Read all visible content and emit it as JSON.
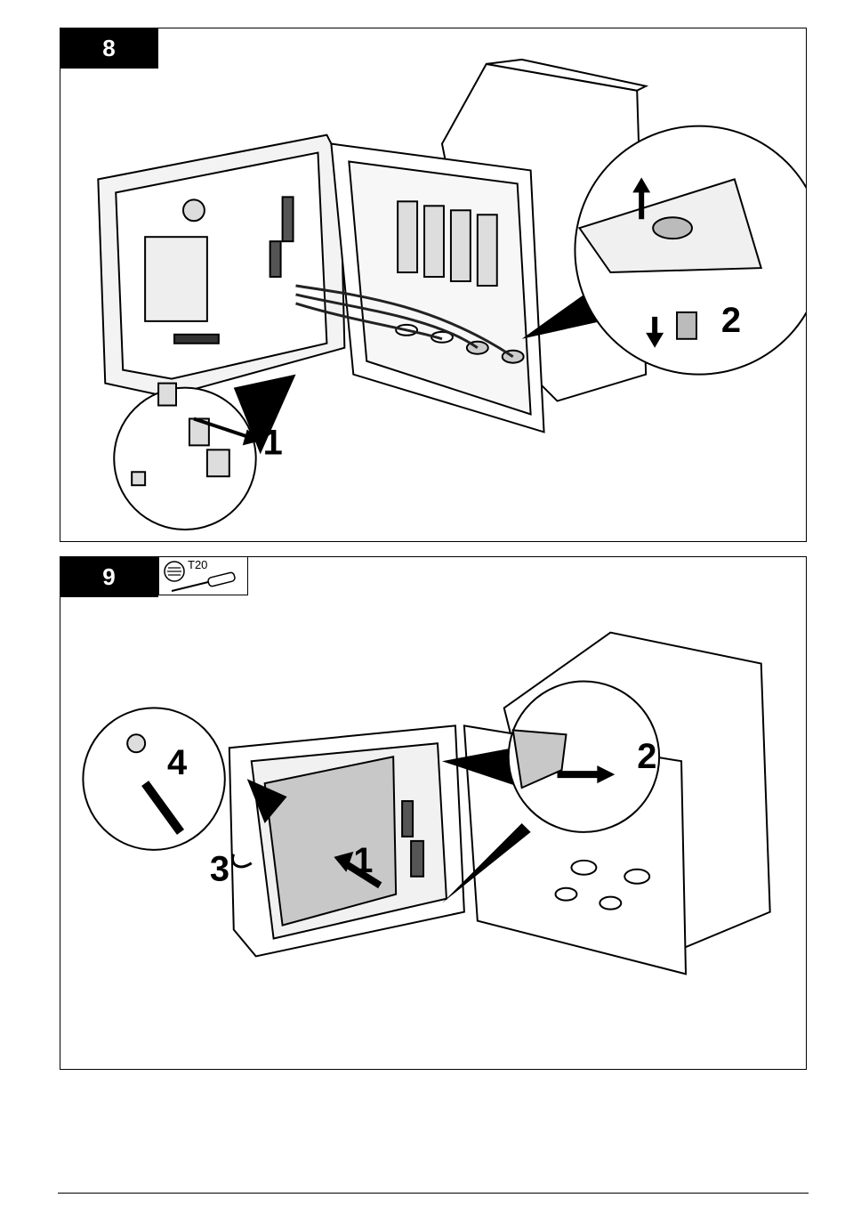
{
  "steps": [
    {
      "number": "8",
      "callouts": [
        "1",
        "2"
      ],
      "illustration": "disconnect-sensor-cables-and-remove-cable-gland"
    },
    {
      "number": "9",
      "tool": {
        "icon": "torx-screwdriver-icon",
        "label": "T20"
      },
      "callouts": [
        "1",
        "2",
        "3",
        "4"
      ],
      "illustration": "install-cover-plate-and-tighten-screws"
    }
  ]
}
